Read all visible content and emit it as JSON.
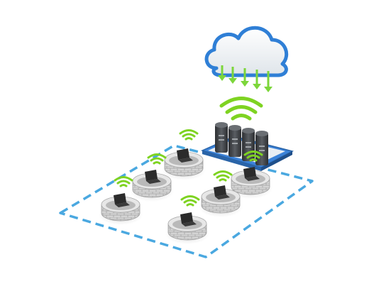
{
  "colors": {
    "background": "#ffffff",
    "dashed_boundary": "#4aa8e0",
    "cloud_body": "#f4f6f8",
    "cloud_outline": "#2f7fd6",
    "arrow_green": "#7cd63a",
    "wifi_green": "#7ed321",
    "brick_light": "#d7d7d7",
    "brick_dark": "#9e9e9e",
    "laptop_body": "#2b2b2b",
    "server_base": "#3b82d8",
    "server_body": "#4a4d52"
  },
  "icons": {
    "cloud": "cloud-icon",
    "download_arrows": "download-arrow-icon",
    "server_rack": "server-rack-icon",
    "wifi": "wifi-icon",
    "firewall_wall": "brick-wall-icon",
    "laptop": "laptop-icon"
  },
  "scene": {
    "node_count": 6,
    "download_arrow_count": 5,
    "server_unit_count": 4
  }
}
